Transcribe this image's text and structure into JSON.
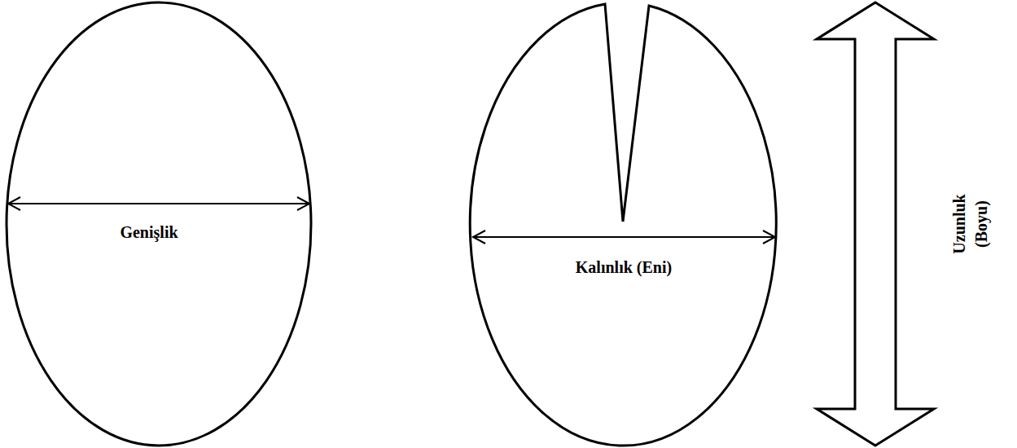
{
  "diagram": {
    "nodes": [
      {
        "text": [
          "Genişlik"
        ]
      },
      {
        "text": [
          "Kalınlık (Eni)"
        ]
      }
    ],
    "labels": [
      "Uzunluk (Boyu)"
    ]
  }
}
